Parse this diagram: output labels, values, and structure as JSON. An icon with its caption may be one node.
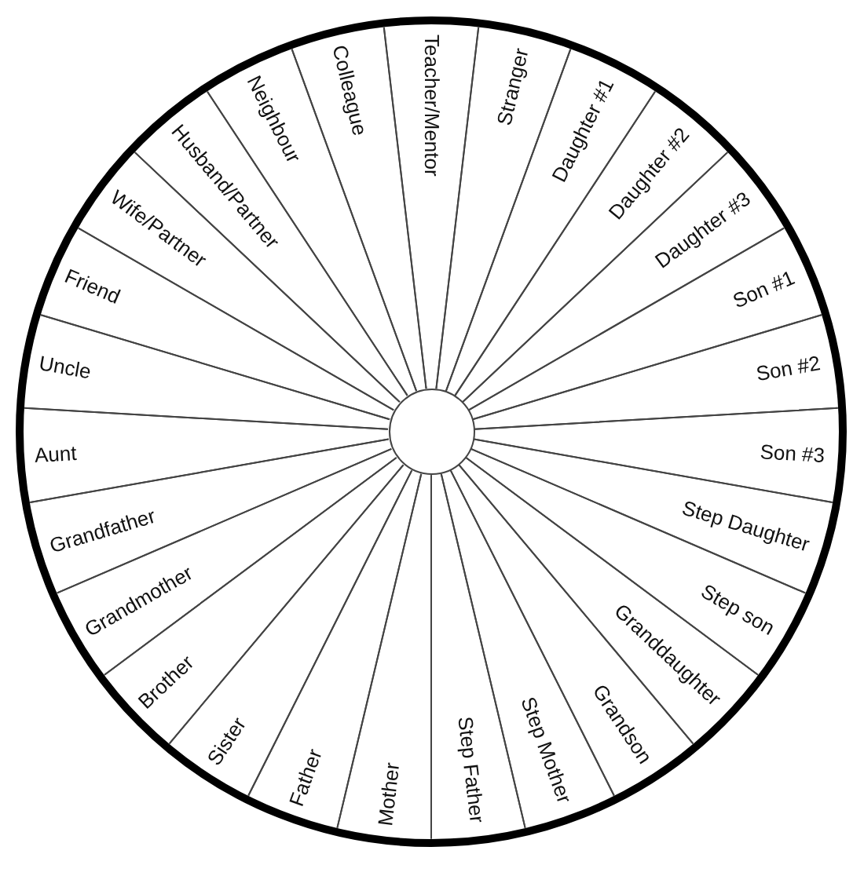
{
  "diagram": {
    "nodes": [
      {
        "text": [
          "Teacher/Mentor"
        ]
      },
      {
        "text": [
          "Stranger"
        ]
      },
      {
        "text": [
          "Daughter #1"
        ]
      },
      {
        "text": [
          "Daughter #2"
        ]
      },
      {
        "text": [
          "Daughter #3"
        ]
      },
      {
        "text": [
          "Son #1"
        ]
      },
      {
        "text": [
          "Son #2"
        ]
      },
      {
        "text": [
          "Son #3"
        ]
      },
      {
        "text": [
          "Step Daughter"
        ]
      },
      {
        "text": [
          "Step son"
        ]
      },
      {
        "text": [
          "Granddaughter"
        ]
      },
      {
        "text": [
          "Grandson"
        ]
      },
      {
        "text": [
          "Step Mother"
        ]
      },
      {
        "text": [
          "Step Father"
        ]
      },
      {
        "text": [
          "Mother"
        ]
      },
      {
        "text": [
          "Father"
        ]
      },
      {
        "text": [
          "Sister"
        ]
      },
      {
        "text": [
          "Brother"
        ]
      },
      {
        "text": [
          "Grandmother"
        ]
      },
      {
        "text": [
          "Grandfather"
        ]
      },
      {
        "text": [
          "Aunt"
        ]
      },
      {
        "text": [
          "Uncle"
        ]
      },
      {
        "text": [
          "Friend"
        ]
      },
      {
        "text": [
          "Wife/Partner"
        ]
      },
      {
        "text": [
          "Husband/Partner"
        ]
      },
      {
        "text": [
          "Neighbour"
        ]
      },
      {
        "text": [
          "Colleague"
        ]
      },
      {
        "text": [],
        "shape": "circle"
      }
    ]
  }
}
